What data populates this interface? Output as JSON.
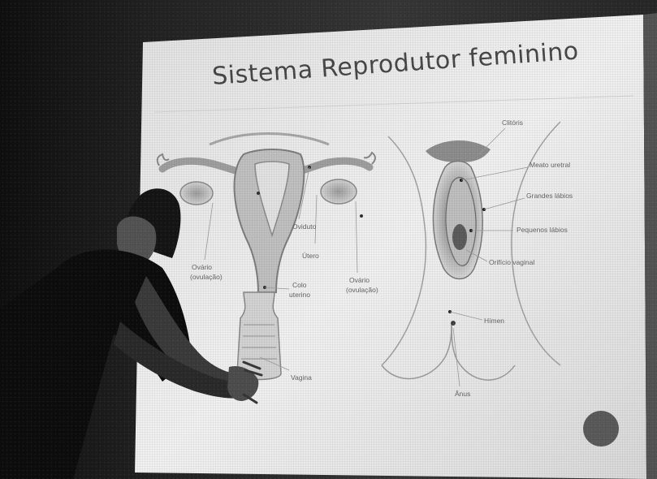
{
  "slide": {
    "title": "Sistema Reprodutor feminino"
  },
  "left_diagram": {
    "labels": {
      "oviduct": "Oviduto",
      "ovary_left_line1": "Ovário",
      "ovary_left_line2": "(ovulação)",
      "uterus": "Útero",
      "ovary_right_line1": "Ovário",
      "ovary_right_line2": "(ovulação)",
      "cervix_line1": "Colo",
      "cervix_line2": "uterino",
      "vagina": "Vagina"
    }
  },
  "right_diagram": {
    "labels": {
      "clitoris": "Clitóris",
      "urethral_meatus": "Meato uretral",
      "labia_majora": "Grandes lábios",
      "labia_minora": "Pequenos lábios",
      "vaginal_opening": "Orifício vaginal",
      "hymen": "Hímen",
      "anus": "Ânus"
    }
  },
  "colors": {
    "screen": "#e8e8e8",
    "background": "#1d1d1d",
    "nav_button": "#5c5c5c"
  }
}
